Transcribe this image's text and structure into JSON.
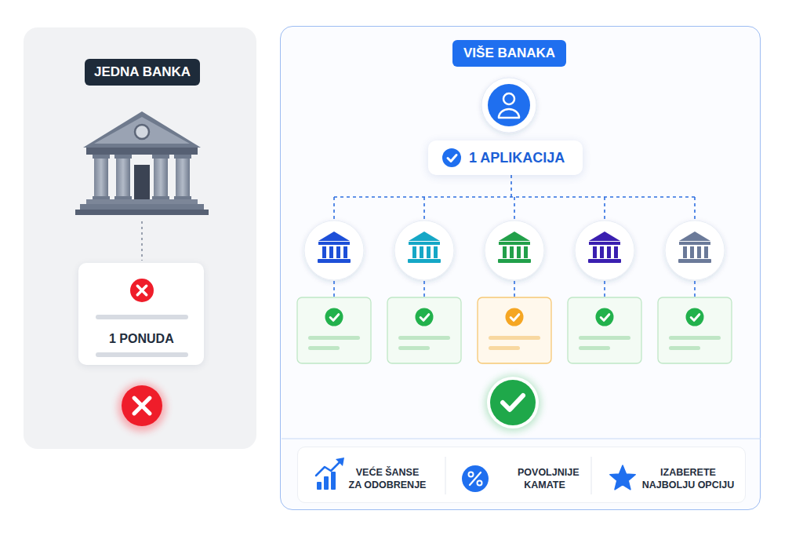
{
  "diagram": {
    "nodes": [
      {
        "text": [
          "JEDNA BANKA"
        ]
      },
      {
        "text": [
          "1 PONUDA"
        ],
        "in": 0
      },
      {
        "text": [
          "VIŠE BANAKA"
        ]
      },
      {
        "text": [
          "1 APLIKACIJA"
        ],
        "in": 2
      },
      {
        "text": [
          "VEĆE ŠANSE ZA ODOBRENJE",
          "POVOLJNIJE KAMATE",
          "IZABERETE NAJBOLJU OPCIJU"
        ],
        "in": 2
      }
    ]
  }
}
